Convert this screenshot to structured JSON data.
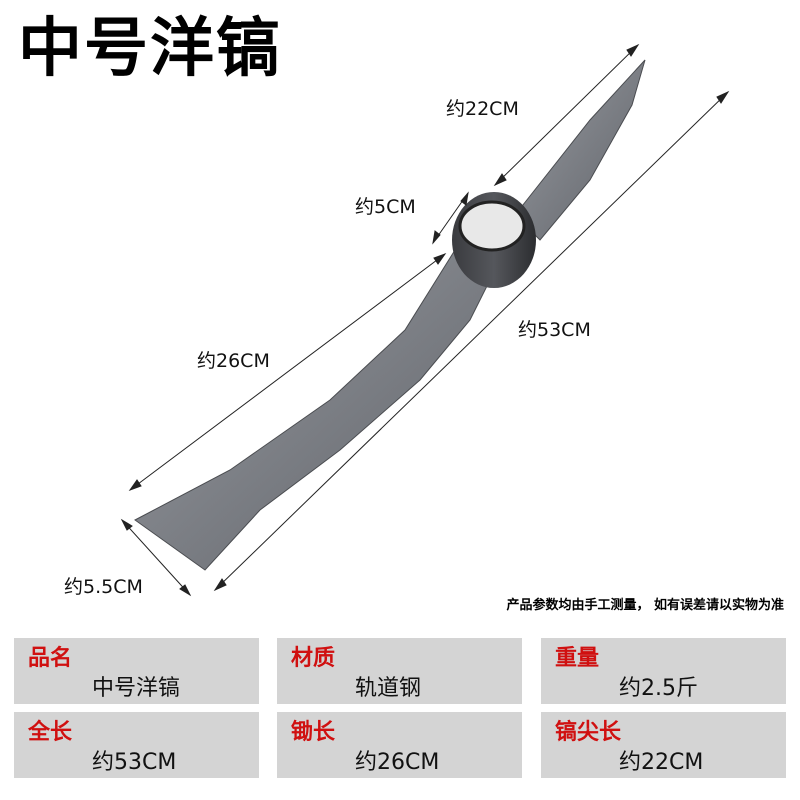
{
  "title": "中号洋镐",
  "dimensions": {
    "pick_length": "约22CM",
    "eye_diameter": "约5CM",
    "total_length": "约53CM",
    "hoe_length": "约26CM",
    "blade_width": "约5.5CM"
  },
  "note": "产品参数均由手工测量， 如有误差请以实物为准",
  "specs": [
    {
      "label": "品名",
      "value": "中号洋镐"
    },
    {
      "label": "材质",
      "value": "轨道钢"
    },
    {
      "label": "重量",
      "value": "约2.5斤"
    },
    {
      "label": "全长",
      "value": "约53CM"
    },
    {
      "label": "锄长",
      "value": "约26CM"
    },
    {
      "label": "镐尖长",
      "value": "约22CM"
    }
  ],
  "colors": {
    "label_red": "#d01010",
    "card_gray": "#d4d4d4",
    "steel": "#7f8288"
  }
}
